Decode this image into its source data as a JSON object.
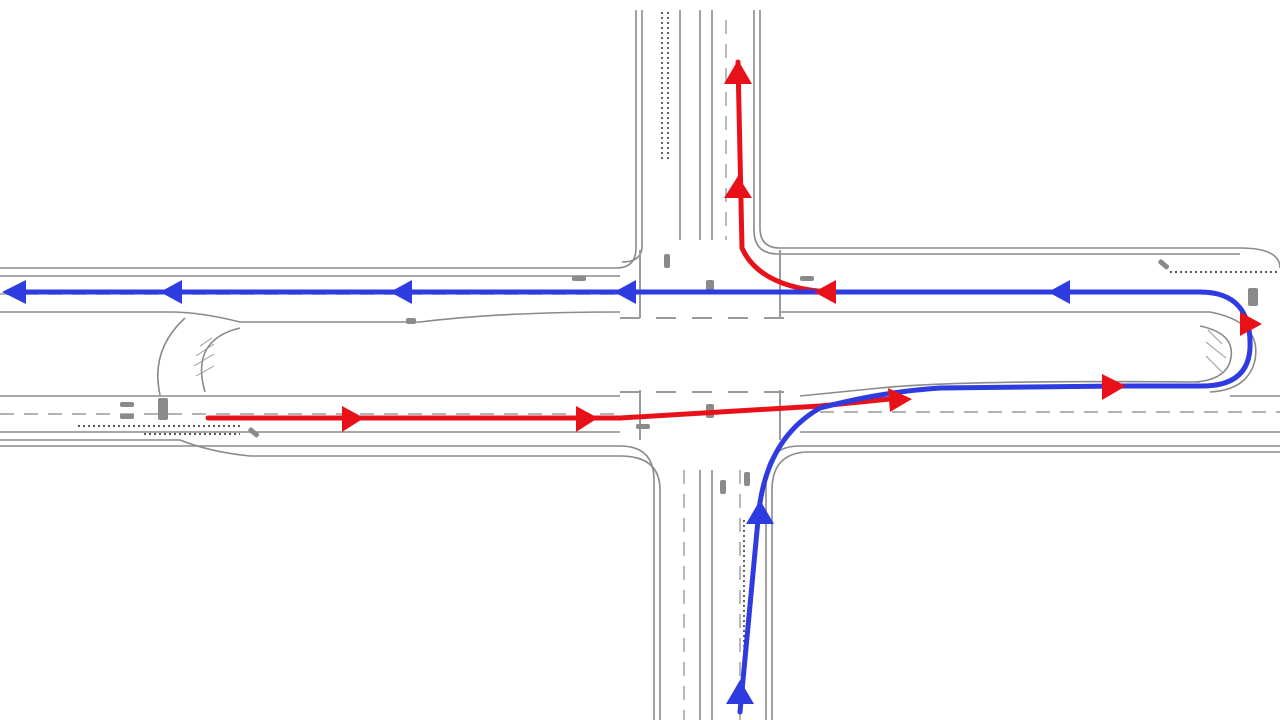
{
  "diagram": {
    "kind": "intersection-traffic-flow",
    "background_color": "#ffffff",
    "road_edge_color": "#8a8a8a",
    "lane_marking_color": "#9a9a9a",
    "routes": [
      {
        "name": "through-eastbound-route",
        "color": "#e8111a"
      },
      {
        "name": "left-turn-northbound-route",
        "color": "#e8111a"
      },
      {
        "name": "westbound-to-uturn-route",
        "color": "#2e3be0"
      },
      {
        "name": "northbound-uturn-loop-route",
        "color": "#2e3be0"
      }
    ]
  }
}
